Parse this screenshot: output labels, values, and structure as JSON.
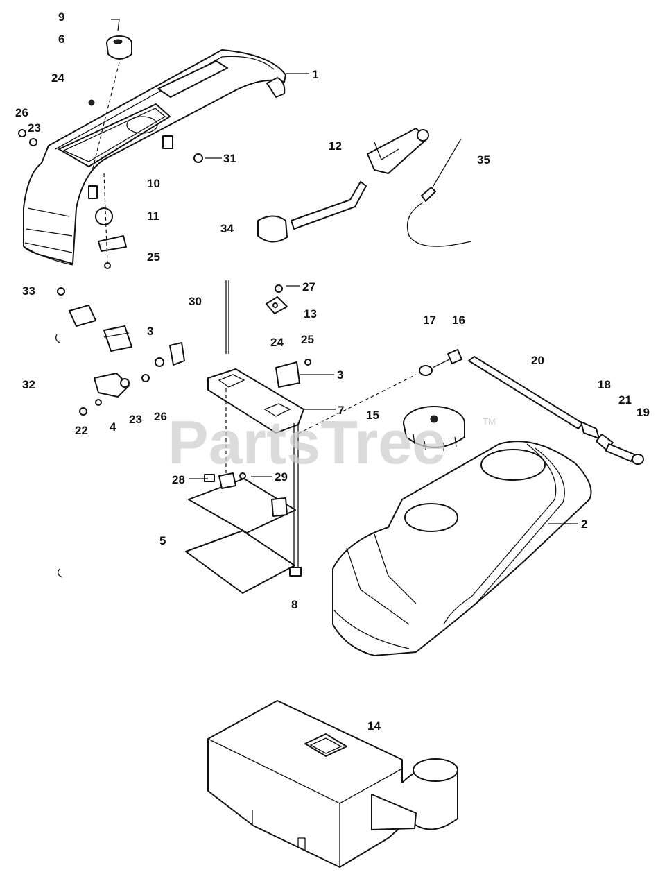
{
  "watermark": {
    "brand": "PartsTree",
    "trademark": "TM"
  },
  "callouts": {
    "c1": "1",
    "c2": "2",
    "c3a": "3",
    "c3b": "3",
    "c4": "4",
    "c5": "5",
    "c6": "6",
    "c7": "7",
    "c8": "8",
    "c9": "9",
    "c10": "10",
    "c11": "11",
    "c12": "12",
    "c13": "13",
    "c14": "14",
    "c15": "15",
    "c16": "16",
    "c17": "17",
    "c18": "18",
    "c19": "19",
    "c20": "20",
    "c21": "21",
    "c22": "22",
    "c23a": "23",
    "c23b": "23",
    "c24a": "24",
    "c24b": "24",
    "c25a": "25",
    "c25b": "25",
    "c26a": "26",
    "c26b": "26",
    "c27": "27",
    "c28": "28",
    "c29": "29",
    "c30": "30",
    "c31": "31",
    "c32": "32",
    "c33": "33",
    "c34": "34",
    "c35": "35"
  },
  "colors": {
    "line": "#111111",
    "background": "#ffffff",
    "watermark": "#cfcfcf"
  }
}
